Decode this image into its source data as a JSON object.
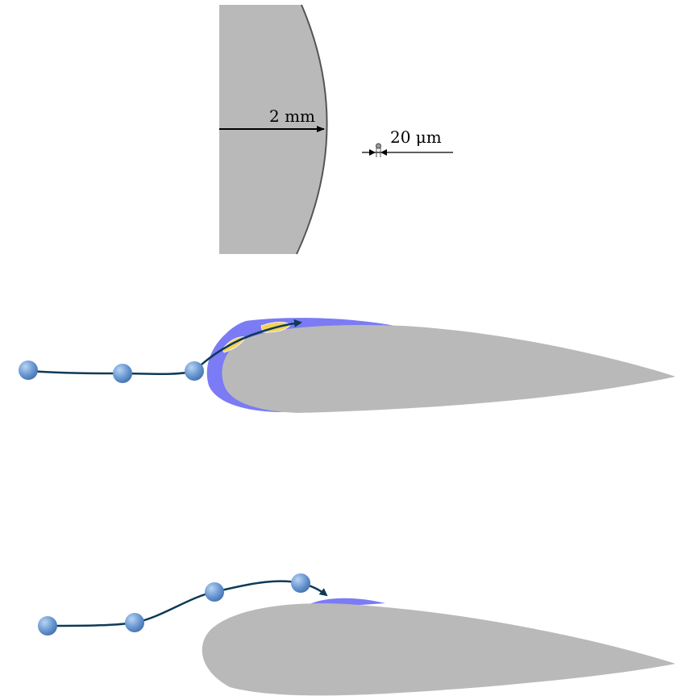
{
  "colors": {
    "body": "#b9b9b9",
    "body_outline": "#555555",
    "ice_blue": "#7b7bf5",
    "ice_yellow": "#f3d25a",
    "trajectory": "#0d3a56",
    "droplet": "#5b8fcc",
    "droplet_highlight": "#a9c8ee",
    "dimension": "#000000"
  },
  "top_panel": {
    "radius_label": "2 mm",
    "droplet_label": "20 μm",
    "droplet_icon": "circle-icon"
  },
  "middle_panel": {
    "droplet_count": 3,
    "ice_layers": [
      "blue",
      "yellow"
    ]
  },
  "bottom_panel": {
    "droplet_count": 4,
    "ice_layers": [
      "blue"
    ]
  },
  "icons": {
    "arrow": "arrowhead-icon",
    "droplet": "sphere-icon"
  }
}
